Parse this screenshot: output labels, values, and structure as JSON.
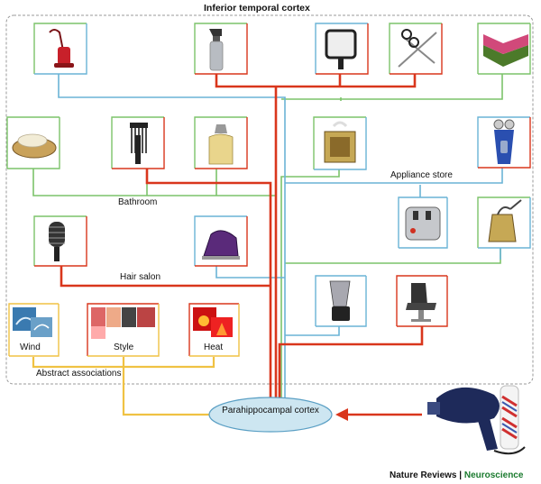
{
  "title": "Inferior temporal cortex",
  "hub": {
    "label": "Parahippocampal cortex"
  },
  "contexts": {
    "bathroom": "Bathroom",
    "appliance_store": "Appliance store",
    "hair_salon": "Hair salon",
    "abstract": "Abstract associations"
  },
  "abstract_items": {
    "wind": "Wind",
    "style": "Style",
    "heat": "Heat"
  },
  "credit": {
    "journal": "Nature Reviews",
    "separator": " | ",
    "section": "Neuroscience"
  },
  "colors": {
    "bathroom": "#7cc36a",
    "appliance": "#6ab4d6",
    "salon": "#d9361c",
    "abstract": "#f0c243",
    "hub_fill": "#cde6f1",
    "hub_stroke": "#5a9fc4",
    "border": "#9a9a9a"
  },
  "objects": [
    "vacuum-cleaner",
    "spray-bottle",
    "hand-mirror",
    "scissors",
    "towels",
    "soap-dish",
    "comb",
    "lotion-bottle",
    "tissue-box",
    "electric-shaver",
    "toaster",
    "hairbrush",
    "clothes-iron",
    "kettle",
    "blender",
    "barber-chair",
    "hair-dryer",
    "barber-pole"
  ]
}
